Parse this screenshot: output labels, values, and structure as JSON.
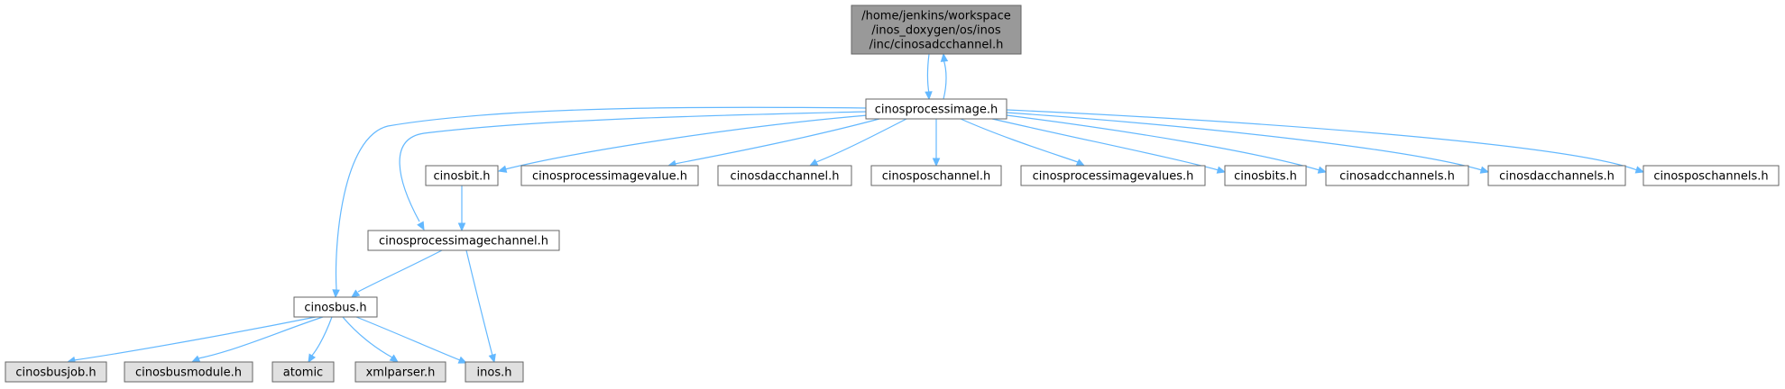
{
  "diagram": {
    "colors": {
      "root_fill": "#999999",
      "node_fill": "#ffffff",
      "external_fill": "#e0e0e0",
      "border": "#666666",
      "edge": "#63b8ff"
    },
    "nodes": [
      {
        "id": "root",
        "lines": [
          "/home/jenkins/workspace",
          "/inos_doxygen/os/inos",
          "/inc/cinosadcchannel.h"
        ],
        "style": "root"
      },
      {
        "id": "pimage",
        "lines": [
          "cinosprocessimage.h"
        ],
        "style": "normal"
      },
      {
        "id": "bit",
        "lines": [
          "cinosbit.h"
        ],
        "style": "normal"
      },
      {
        "id": "pivalue",
        "lines": [
          "cinosprocessimagevalue.h"
        ],
        "style": "normal"
      },
      {
        "id": "dac",
        "lines": [
          "cinosdacchannel.h"
        ],
        "style": "normal"
      },
      {
        "id": "pos",
        "lines": [
          "cinosposchannel.h"
        ],
        "style": "normal"
      },
      {
        "id": "pivalues",
        "lines": [
          "cinosprocessimagevalues.h"
        ],
        "style": "normal"
      },
      {
        "id": "bits",
        "lines": [
          "cinosbits.h"
        ],
        "style": "normal"
      },
      {
        "id": "adcs",
        "lines": [
          "cinosadcchannels.h"
        ],
        "style": "normal"
      },
      {
        "id": "dacs",
        "lines": [
          "cinosdacchannels.h"
        ],
        "style": "normal"
      },
      {
        "id": "poss",
        "lines": [
          "cinosposchannels.h"
        ],
        "style": "normal"
      },
      {
        "id": "pichan",
        "lines": [
          "cinosprocessimagechannel.h"
        ],
        "style": "normal"
      },
      {
        "id": "bus",
        "lines": [
          "cinosbus.h"
        ],
        "style": "normal"
      },
      {
        "id": "busjob",
        "lines": [
          "cinosbusjob.h"
        ],
        "style": "external"
      },
      {
        "id": "busmod",
        "lines": [
          "cinosbusmodule.h"
        ],
        "style": "external"
      },
      {
        "id": "atomic",
        "lines": [
          "atomic"
        ],
        "style": "external"
      },
      {
        "id": "xml",
        "lines": [
          "xmlparser.h"
        ],
        "style": "external"
      },
      {
        "id": "inos",
        "lines": [
          "inos.h"
        ],
        "style": "external"
      }
    ],
    "edges": [
      {
        "from": "root",
        "to": "pimage"
      },
      {
        "from": "pimage",
        "to": "root"
      },
      {
        "from": "pimage",
        "to": "bit"
      },
      {
        "from": "pimage",
        "to": "pivalue"
      },
      {
        "from": "pimage",
        "to": "dac"
      },
      {
        "from": "pimage",
        "to": "pos"
      },
      {
        "from": "pimage",
        "to": "pivalues"
      },
      {
        "from": "pimage",
        "to": "bits"
      },
      {
        "from": "pimage",
        "to": "adcs"
      },
      {
        "from": "pimage",
        "to": "dacs"
      },
      {
        "from": "pimage",
        "to": "poss"
      },
      {
        "from": "pimage",
        "to": "pichan"
      },
      {
        "from": "pimage",
        "to": "bus"
      },
      {
        "from": "bit",
        "to": "pichan"
      },
      {
        "from": "pichan",
        "to": "bus"
      },
      {
        "from": "pichan",
        "to": "inos"
      },
      {
        "from": "bus",
        "to": "busjob"
      },
      {
        "from": "bus",
        "to": "busmod"
      },
      {
        "from": "bus",
        "to": "atomic"
      },
      {
        "from": "bus",
        "to": "xml"
      },
      {
        "from": "bus",
        "to": "inos"
      }
    ]
  }
}
